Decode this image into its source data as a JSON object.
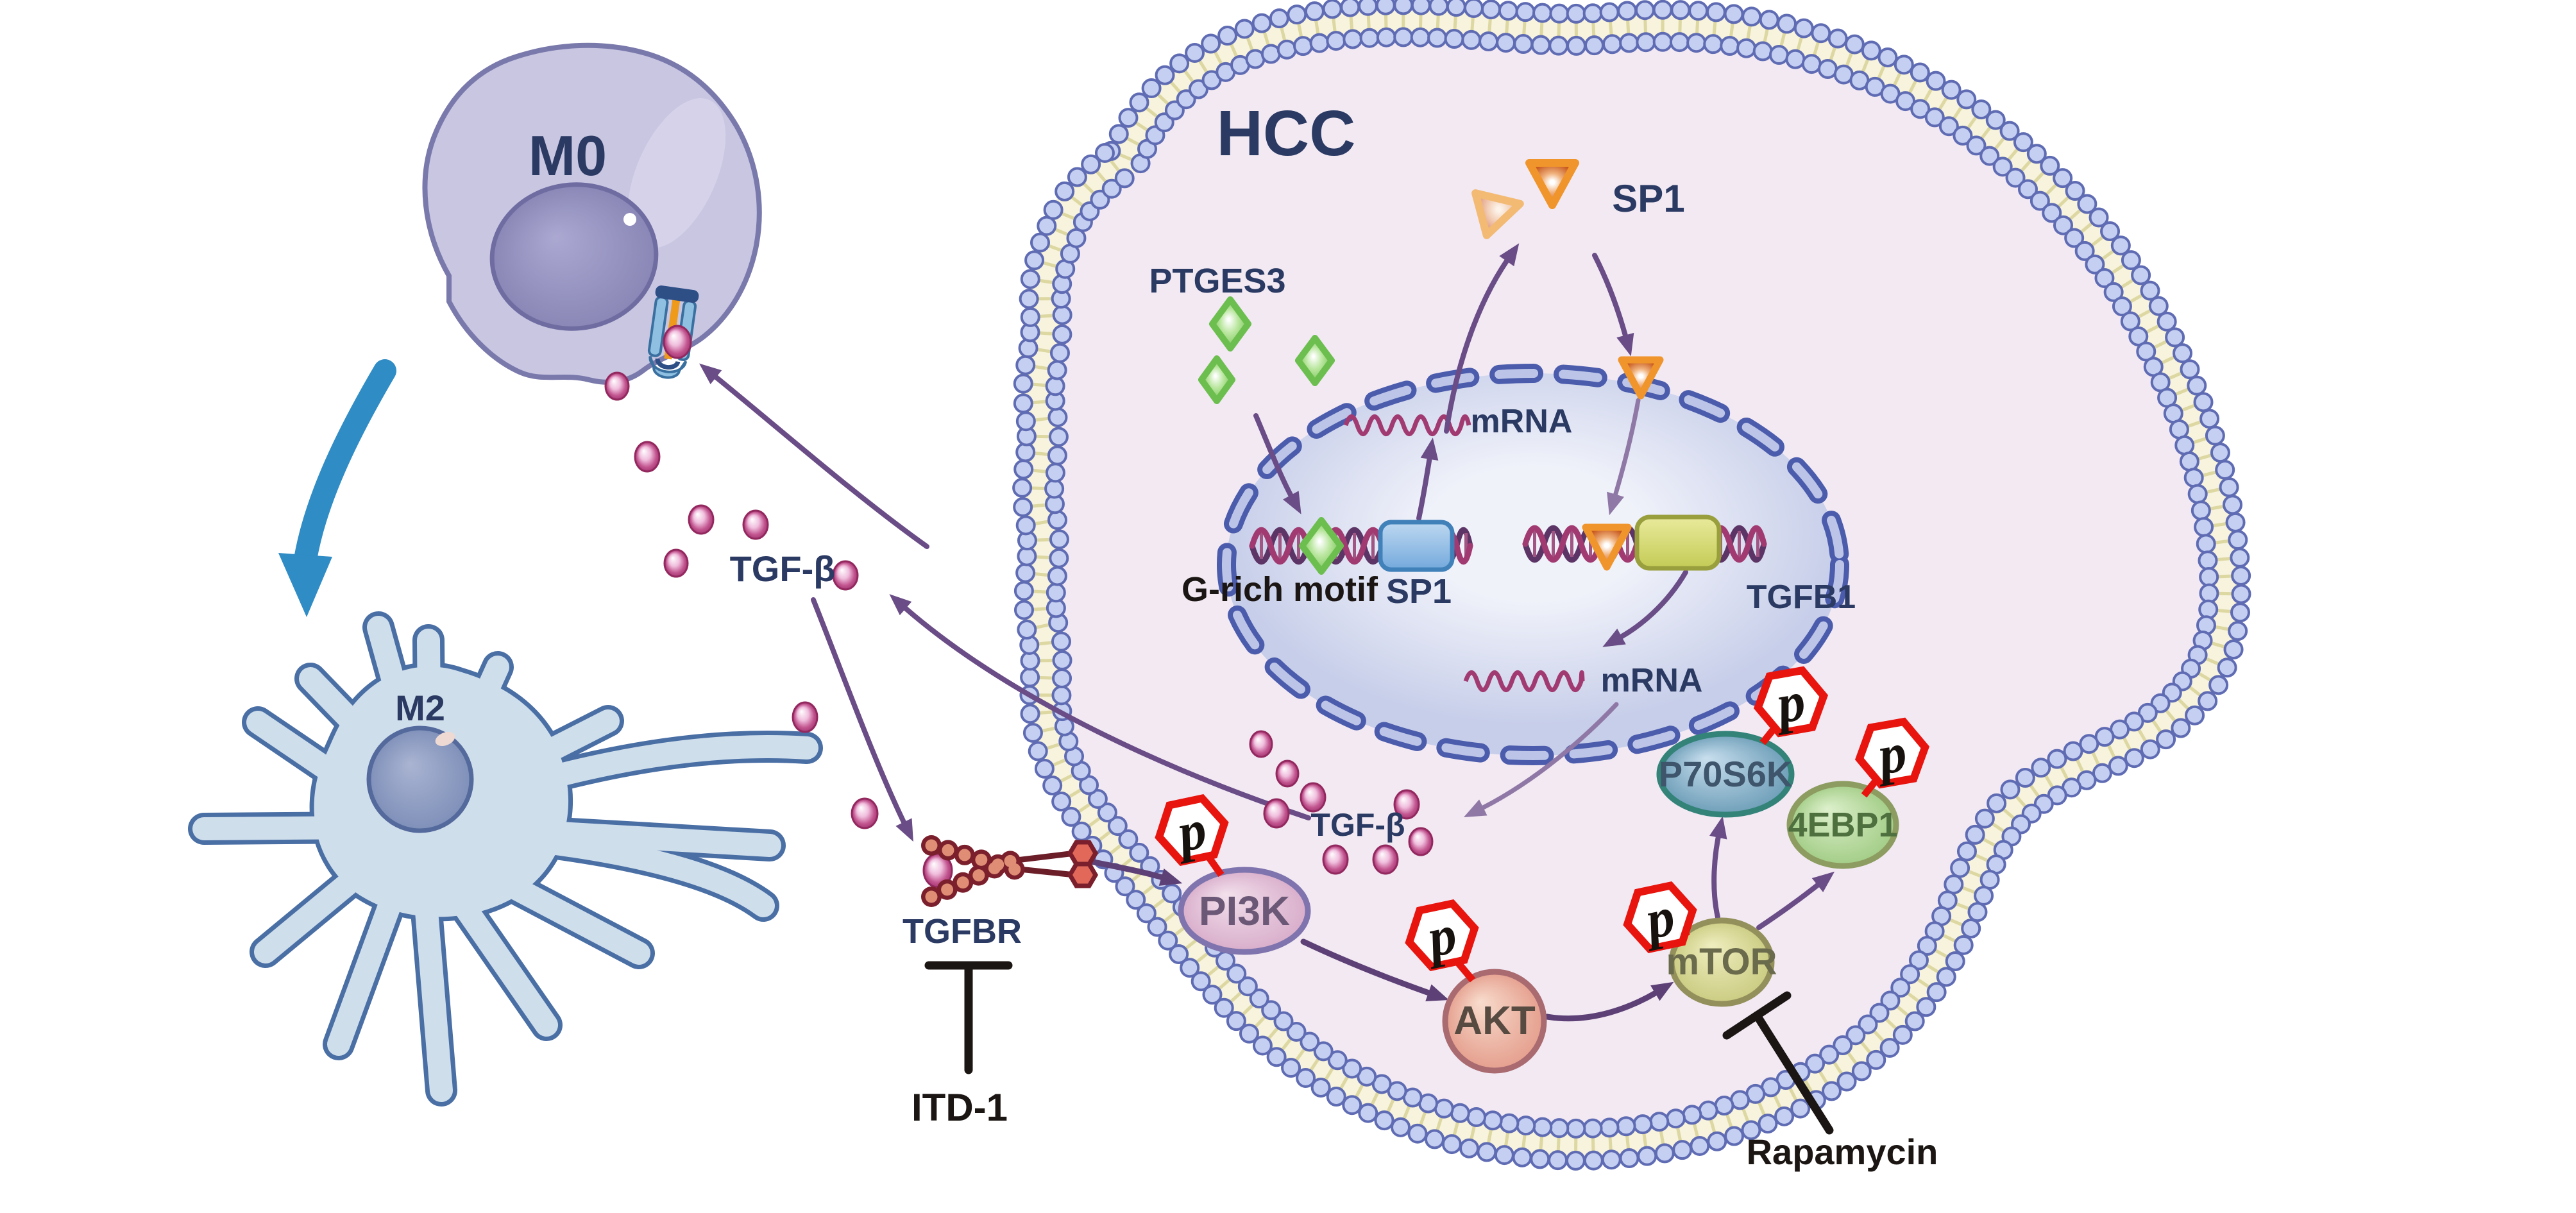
{
  "title": "TGF-beta / PTGES3 / SP1 signaling between macrophages and HCC cell",
  "labels": {
    "hcc": "HCC",
    "m0": "M0",
    "m2": "M2",
    "ptges3": "PTGES3",
    "sp1_cytoplasm": "SP1",
    "sp1_gene": "SP1",
    "g_rich_motif": "G-rich motif",
    "tgfb1_gene": "TGFB1",
    "mrna_top": "mRNA",
    "mrna_bottom": "mRNA",
    "tgfb_extracellular": "TGF-β",
    "tgfb_intracellular": "TGF-β",
    "tgfbr": "TGFBR",
    "itd1": "ITD-1",
    "rapamycin": "Rapamycin",
    "pi3k": "PI3K",
    "akt": "AKT",
    "mtor": "mTOR",
    "p70s6k": "P70S6K",
    "ebp1": "4EBP1",
    "phosphate": "p"
  },
  "icons": {
    "tgfb_ligand": "pink-dot",
    "ptges3_molecule": "green-diamond",
    "sp1_molecule": "orange-triangle",
    "phosphate_tag": "red-hexagon-p",
    "membrane": "lipid-bilayer",
    "nuclear_envelope": "dashed-pore-ring",
    "gene_dna": "dna-helix",
    "mrna": "wavy-line",
    "inhibition": "black-T-bar",
    "activation": "purple-arrow",
    "polarization": "blue-thick-arrow",
    "tgf_receptor": "crossed-bead-chains"
  },
  "colors": {
    "cytoplasm": "#f2e9f3",
    "membrane_band": "#f7f3dc",
    "membrane_head": "#c5cff1",
    "membrane_head_border": "#5f6cb3",
    "nucleus_fill": "#d7dcf0",
    "nucleus_pore": "#4c5cad",
    "label_navy": "#2b3a63",
    "arrow_purple": "#6a4c86",
    "arrow_blue": "#2f8cc5",
    "tgfb_dot": "#c2558f",
    "ptges3_green": "#7cc65c",
    "sp1_orange": "#f0952b",
    "phosphate_red": "#e8150f",
    "dna_magenta": "#a23a72",
    "dna_purple": "#5c3566",
    "inhibitor_black": "#1b1613",
    "m0_cell": "#c9c6e2",
    "m2_cell": "#cfdeeb",
    "pi3k_fill": "#d9aecb",
    "akt_fill": "#e59f8e",
    "mtor_fill": "#cfd086",
    "p70s6k_fill": "#6f9fb9",
    "ebp1_fill": "#a8d08b",
    "sp1_box": "#74a9dc",
    "tgfb1_box": "#c8cf5d",
    "tgfbr_dark": "#7a1f2b",
    "tgfbr_light": "#df8d74"
  }
}
